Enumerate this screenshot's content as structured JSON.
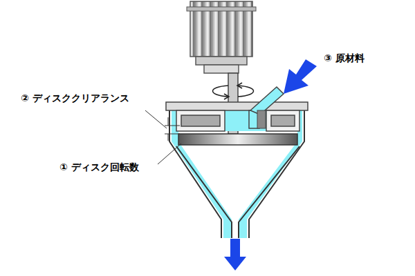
{
  "diagram": {
    "labels": [
      "③ 原材料",
      "② ディスククリアランス",
      "① ディスク回転数"
    ]
  }
}
